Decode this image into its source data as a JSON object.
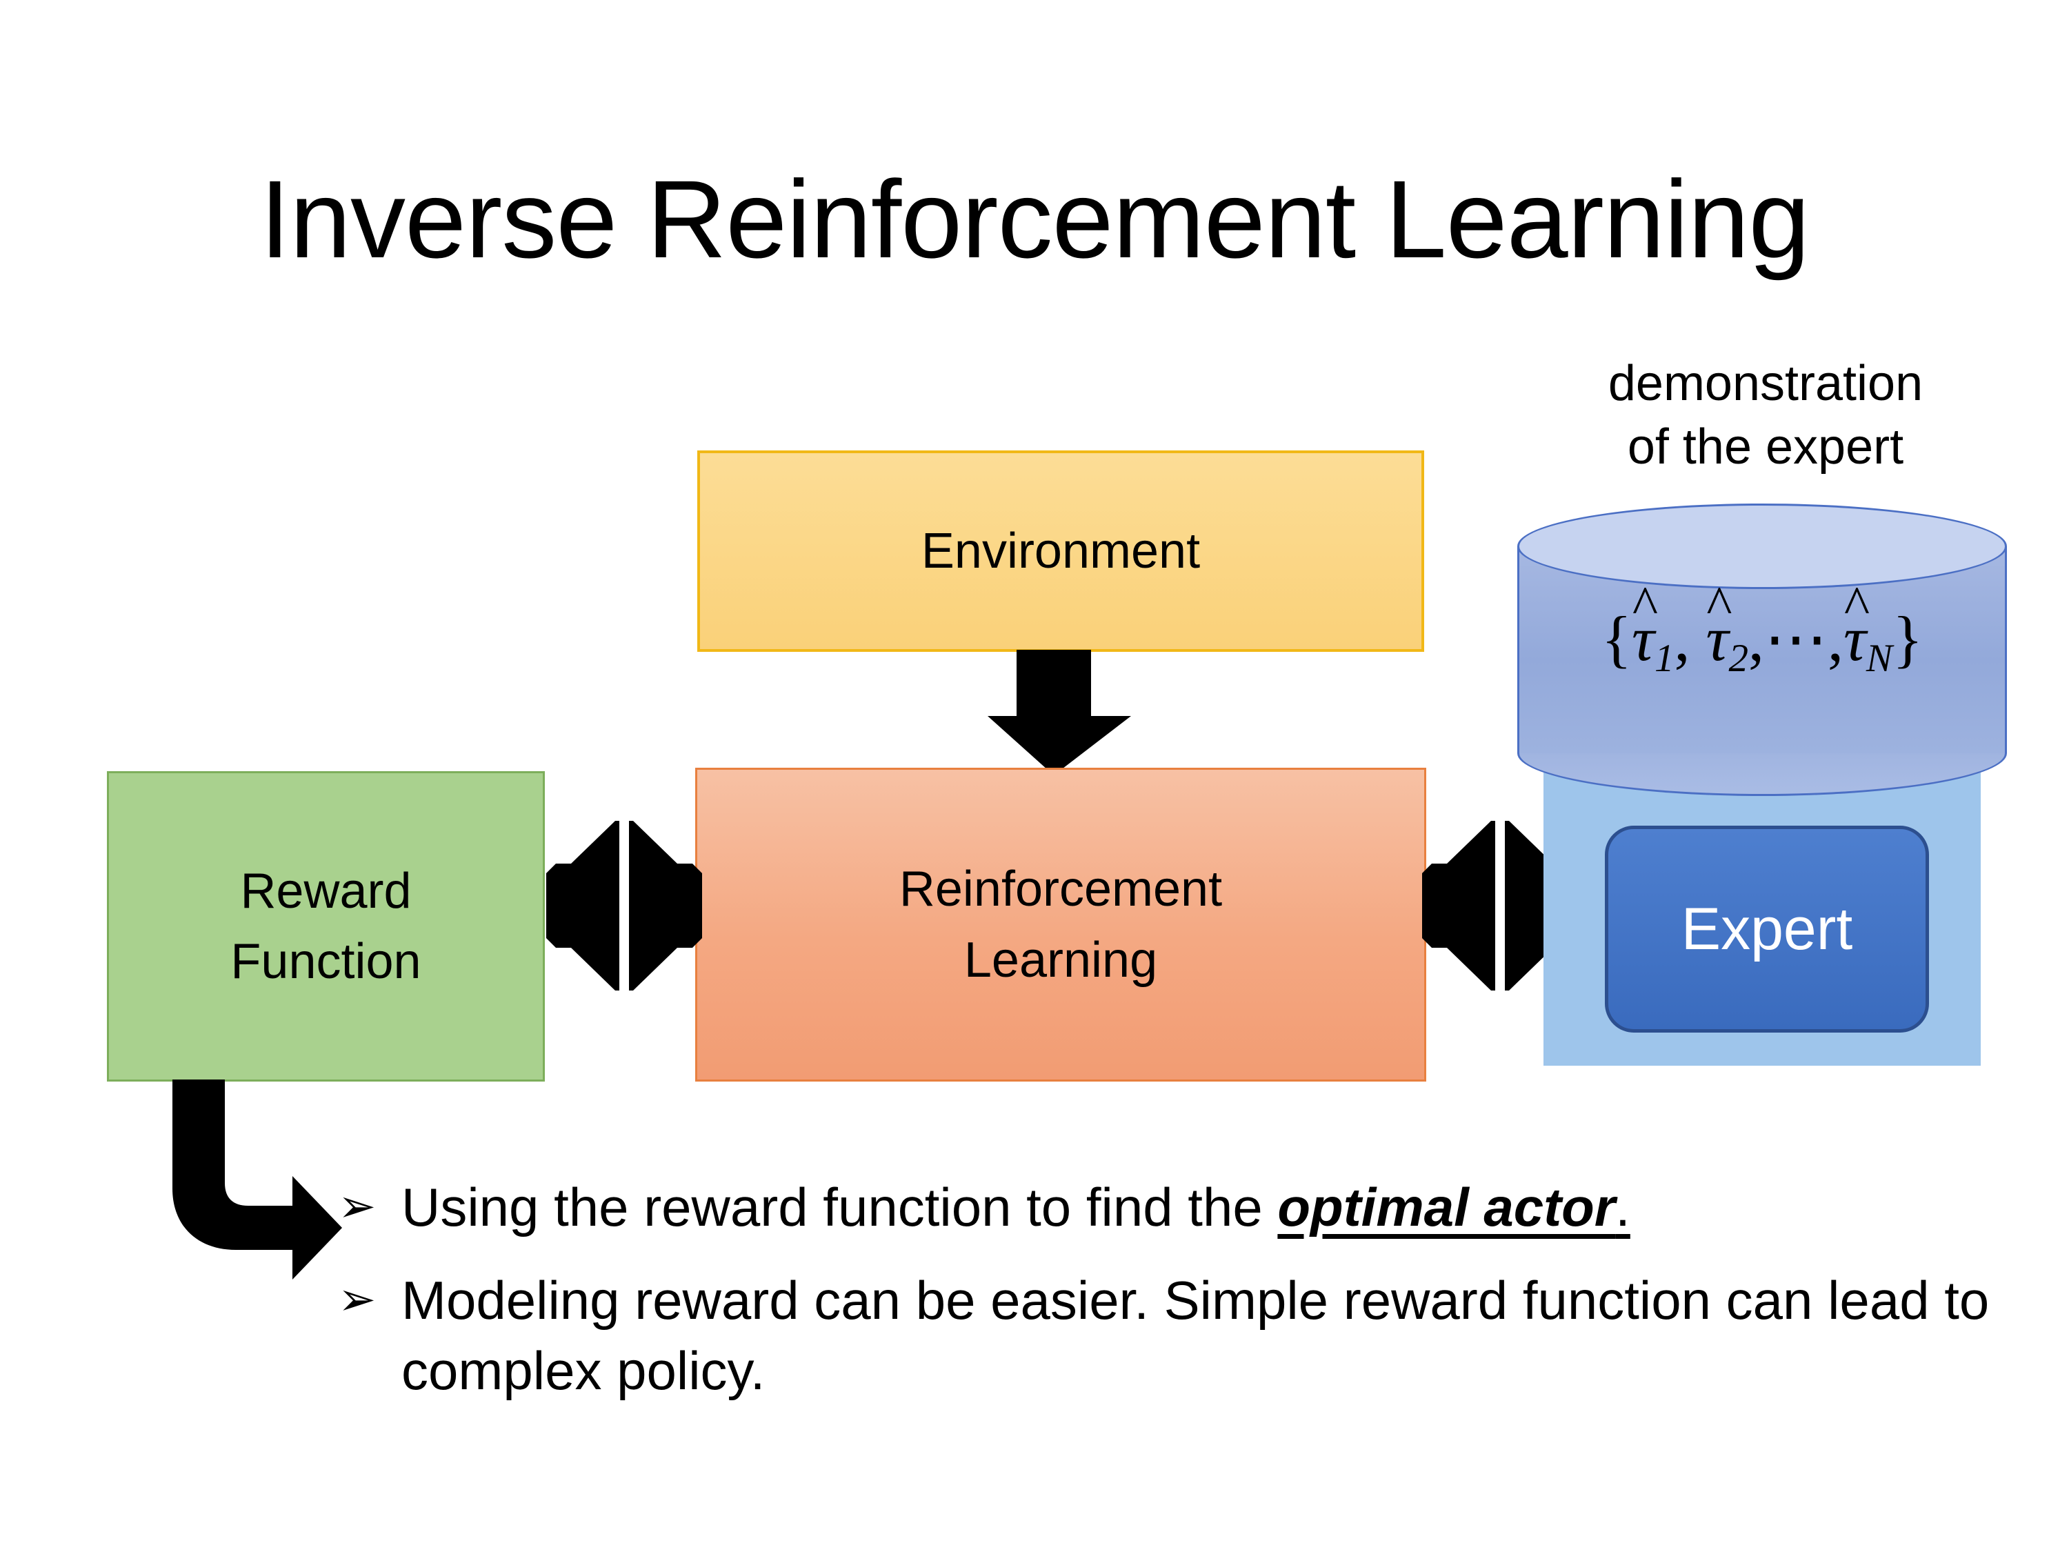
{
  "slide": {
    "title": "Inverse Reinforcement Learning",
    "background": "#FFFFFF"
  },
  "diagram": {
    "environment": {
      "label": "Environment",
      "fill": "#FAD179",
      "border": "#F1B817"
    },
    "reinforcement_learning": {
      "label_line1": "Reinforcement",
      "label_line2": "Learning",
      "fill": "#F4A882",
      "border": "#E8803F"
    },
    "reward_function": {
      "label_line1": "Reward",
      "label_line2": "Function",
      "fill": "#A9D18E",
      "border": "#7DAE5B"
    },
    "expert_group": {
      "caption_line1": "demonstration",
      "caption_line2": "of the expert",
      "panel_fill": "#9EC5EB",
      "cylinder": {
        "fill_top": "#C6D3F0",
        "fill_body": "#97ACDB",
        "border": "#4B6FC4",
        "formula_open": "{",
        "formula_tau": "τ",
        "formula_sub1": "1",
        "formula_sub2": "2",
        "formula_dots": ",⋯,",
        "formula_subN": "N",
        "formula_close": "}",
        "formula_comma": ", "
      },
      "expert_chip": {
        "label": "Expert",
        "fill": "#3A6BBE",
        "border": "#2C4F8F",
        "text_color": "#FFFFFF"
      }
    },
    "arrows": [
      {
        "name": "environment-to-rl",
        "type": "down-arrow",
        "color": "#000000"
      },
      {
        "name": "reward-rl-bidirectional",
        "type": "quad-arrow",
        "color": "#000000"
      },
      {
        "name": "rl-expert-bidirectional",
        "type": "quad-arrow",
        "color": "#000000"
      },
      {
        "name": "reward-to-bullet",
        "type": "bent-arrow",
        "color": "#000000"
      }
    ]
  },
  "bullets": {
    "glyph": "➢",
    "items": [
      {
        "prefix": "Using the reward function to find the ",
        "emphasis": "optimal actor",
        "suffix": "."
      },
      {
        "prefix": "Modeling reward can be easier. Simple reward function can lead to complex policy.",
        "emphasis": "",
        "suffix": ""
      }
    ]
  }
}
